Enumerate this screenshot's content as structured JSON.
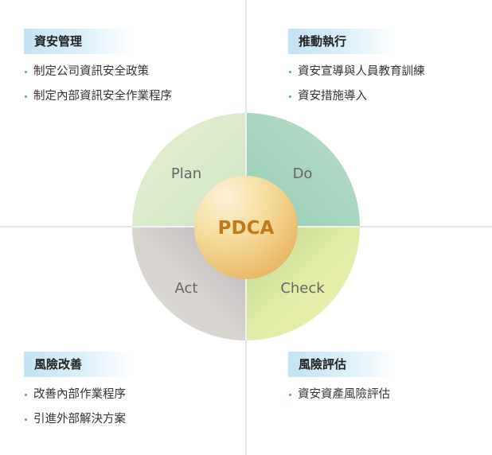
{
  "center": "PDCA",
  "quadrants": {
    "plan": "Plan",
    "do": "Do",
    "check": "Check",
    "act": "Act"
  },
  "panels": [
    {
      "title": "資安管理",
      "items": [
        "制定公司資訊安全政策",
        "制定內部資訊安全作業程序"
      ]
    },
    {
      "title": "推動執行",
      "items": [
        "資安宣導與人員教育訓練",
        "資安措施導入"
      ]
    },
    {
      "title": "風險改善",
      "items": [
        "改善內部作業程序",
        "引進外部解決方案"
      ]
    },
    {
      "title": "風險評估",
      "items": [
        "資安資產風險評估"
      ]
    }
  ],
  "colors": {
    "plan": "#dcebc8",
    "do": "#b0d9c4",
    "check": "#e2eba4",
    "act": "#d8d4d0",
    "center": "#f4d890",
    "center_text": "#c07a1a"
  }
}
